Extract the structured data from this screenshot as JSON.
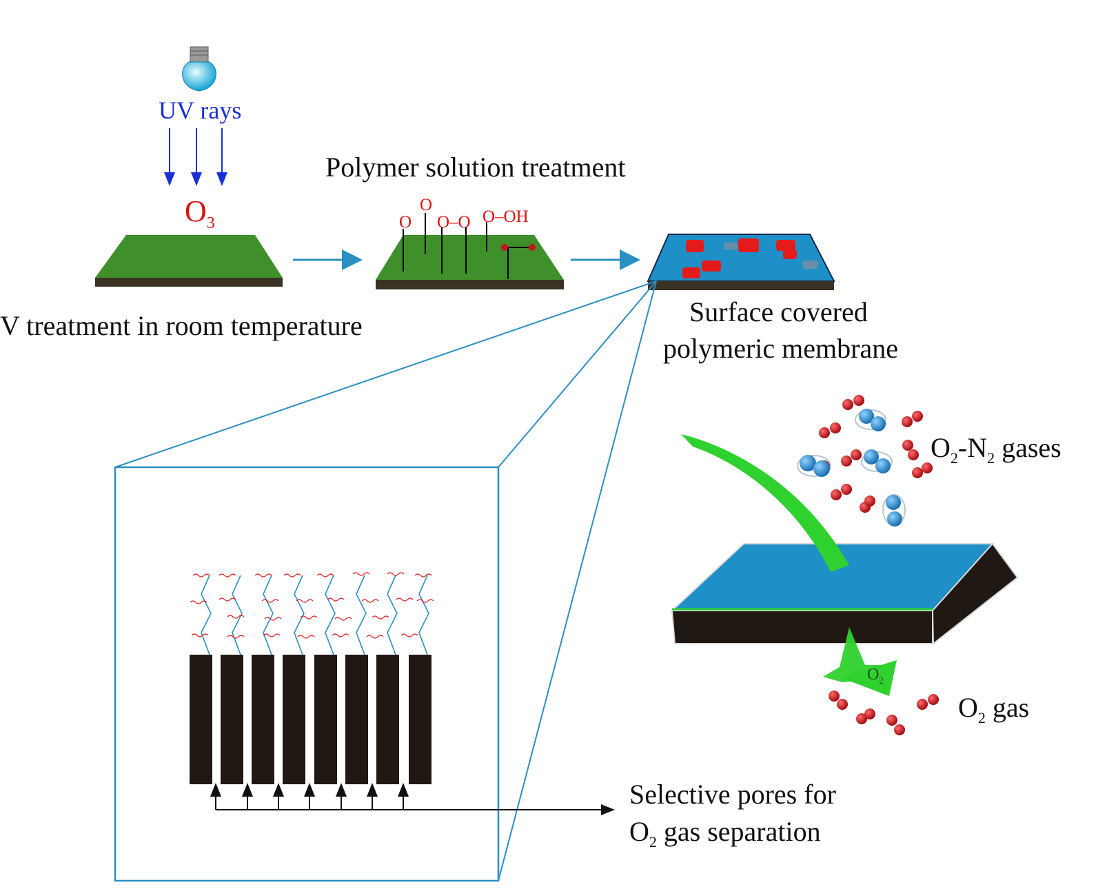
{
  "labels": {
    "uv_rays": "UV rays",
    "ozone": "O",
    "ozone_sub": "3",
    "step1_caption": "V treatment in room temperature",
    "step2_title": "Polymer solution treatment",
    "step3_line1": "Surface covered",
    "step3_line2": "polymeric membrane",
    "feed_gas_o": "O",
    "feed_gas_sub1": "2",
    "feed_gas_mid": "-N",
    "feed_gas_sub2": "2",
    "feed_gas_tail": " gases",
    "product_o": "O",
    "product_sub": "2",
    "product_tail": " gas",
    "arrow_o": "O",
    "arrow_sub": "2",
    "pores_line1": "Selective pores for",
    "pores_line2_o": "O",
    "pores_line2_sub": "2",
    "pores_line2_tail": " gas separation"
  },
  "chemistry": {
    "group_peroxide_ring": [
      "O",
      "O"
    ],
    "group_peroxide": "O–O",
    "group_hydroperoxide": "O–OH"
  },
  "colors": {
    "uv_text": "#1a2fd6",
    "ozone": "#e01010",
    "membrane_green": "#3f8f2a",
    "membrane_blue": "#1f8fc8",
    "oxygen_molecule": "#c4161c",
    "nitrogen_molecule": "#2b8fd0",
    "callout_line": "#2a8fc2",
    "flow_arrow": "#2fd12f"
  }
}
